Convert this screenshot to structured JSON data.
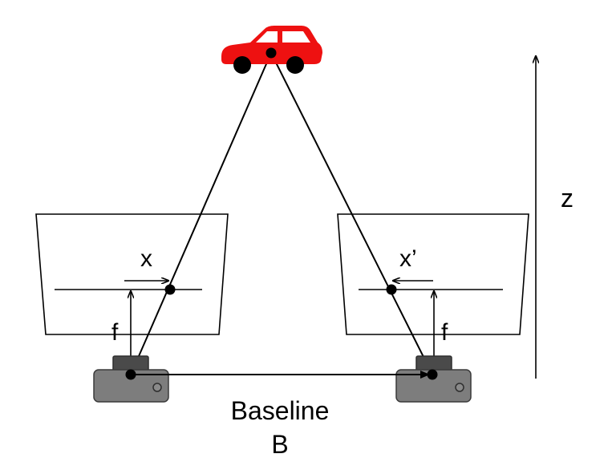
{
  "diagram": {
    "labels": {
      "left_image_coord": "x",
      "right_image_coord": "x’",
      "left_focal": "f",
      "right_focal": "f",
      "depth_axis": "z",
      "baseline_line1": "Baseline",
      "baseline_line2": "B"
    },
    "colors": {
      "car": "#ee1111",
      "camera_body": "#7d7d7d",
      "camera_top": "#4a4a4a",
      "lines": "#000000"
    },
    "icons": [
      "car-icon",
      "left-camera-icon",
      "right-camera-icon"
    ]
  }
}
